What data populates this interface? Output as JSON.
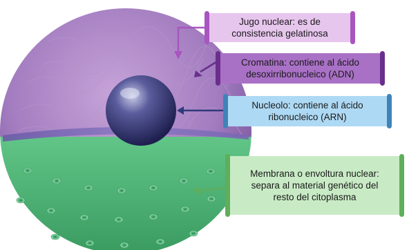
{
  "labels": {
    "jugo_nuclear": "Jugo nuclear: es de\nconsistencia gelatinosa",
    "cromatina": "Cromatina: contiene al ácido\ndesoxirribonucleico (ADN)",
    "nucleolo": "Nucleolo: contiene al ácido\nribonucleico (ARN)",
    "membrana": "Membrana o envoltura nuclear:\nsepara al material genético del\nresto del citoplasma"
  },
  "colors": {
    "jugo_box": "#e7c6ee",
    "cromatina_box": "#a971c6",
    "nucleolo_box": "#aed9f4",
    "membrana_box": "#c8ebc5",
    "nucleoplasm": "#9b6fb0",
    "nucleolus": "#2e2f6e",
    "envelope": "#7fcf93"
  },
  "icons": {
    "nucleus": "nucleus-illustration",
    "nucleolus": "nucleolus-sphere",
    "pores": "nuclear-pore-dots"
  }
}
